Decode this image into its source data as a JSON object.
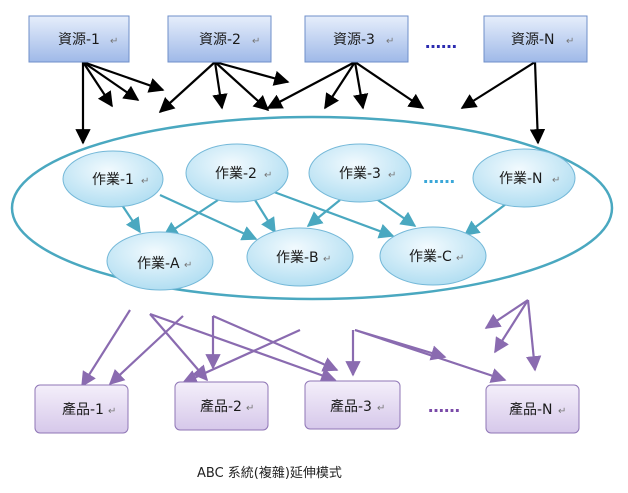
{
  "resources": {
    "items": [
      "資源-1",
      "資源-2",
      "資源-3",
      "資源-N"
    ],
    "ellipsis": "……"
  },
  "jobs_top": {
    "items": [
      "作業-1",
      "作業-2",
      "作業-3",
      "作業-N"
    ],
    "ellipsis": "……"
  },
  "jobs_bottom": {
    "items": [
      "作業-A",
      "作業-B",
      "作業-C"
    ]
  },
  "products": {
    "items": [
      "產品-1",
      "產品-2",
      "產品-3",
      "產品-N"
    ],
    "ellipsis": "……"
  },
  "caption": "ABC 系統(複雜)延伸模式",
  "paragraph_mark": "↵",
  "colors": {
    "resource_fill_top": "#e6eefb",
    "resource_fill_bottom": "#9fb9e8",
    "resource_border": "#6f8fc9",
    "job_fill_top": "#eaf6fc",
    "job_fill_bottom": "#a8daf0",
    "job_border": "#74b8d8",
    "container_border": "#4aa8c0",
    "job_arrow": "#4aa8c0",
    "product_fill_top": "#f4effa",
    "product_fill_bottom": "#d6c8ea",
    "product_border": "#8f76b6",
    "product_arrow": "#8a6bb0",
    "resource_arrow": "#000000",
    "ellipsis_blue": "#2b2bb0",
    "ellipsis_cyan": "#3aa7d8",
    "ellipsis_purple": "#7a4aa8"
  }
}
